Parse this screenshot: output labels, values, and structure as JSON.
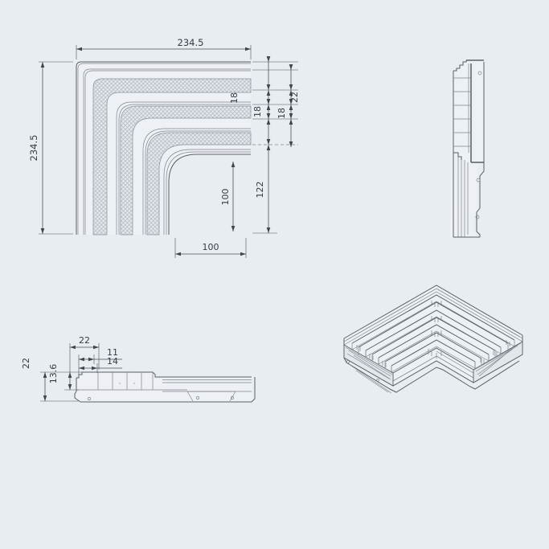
{
  "page": {
    "background": "#e8edf2",
    "line_color": "#5a6066",
    "dim_color": "#363c43",
    "hatch_color": "#b3bac2"
  },
  "plan_view": {
    "outer_width": "234.5",
    "outer_height": "234.5",
    "slat_band": "18",
    "chain_inner_18": "18",
    "chain_outer_22": "22",
    "chain_outer_18": "18",
    "right_length": "122",
    "inner_height": "100",
    "inner_width": "100"
  },
  "section_view": {
    "pitch": "22",
    "slat_top": "11",
    "slat_base": "14",
    "thickness": "22",
    "slat_height": "13.6"
  }
}
